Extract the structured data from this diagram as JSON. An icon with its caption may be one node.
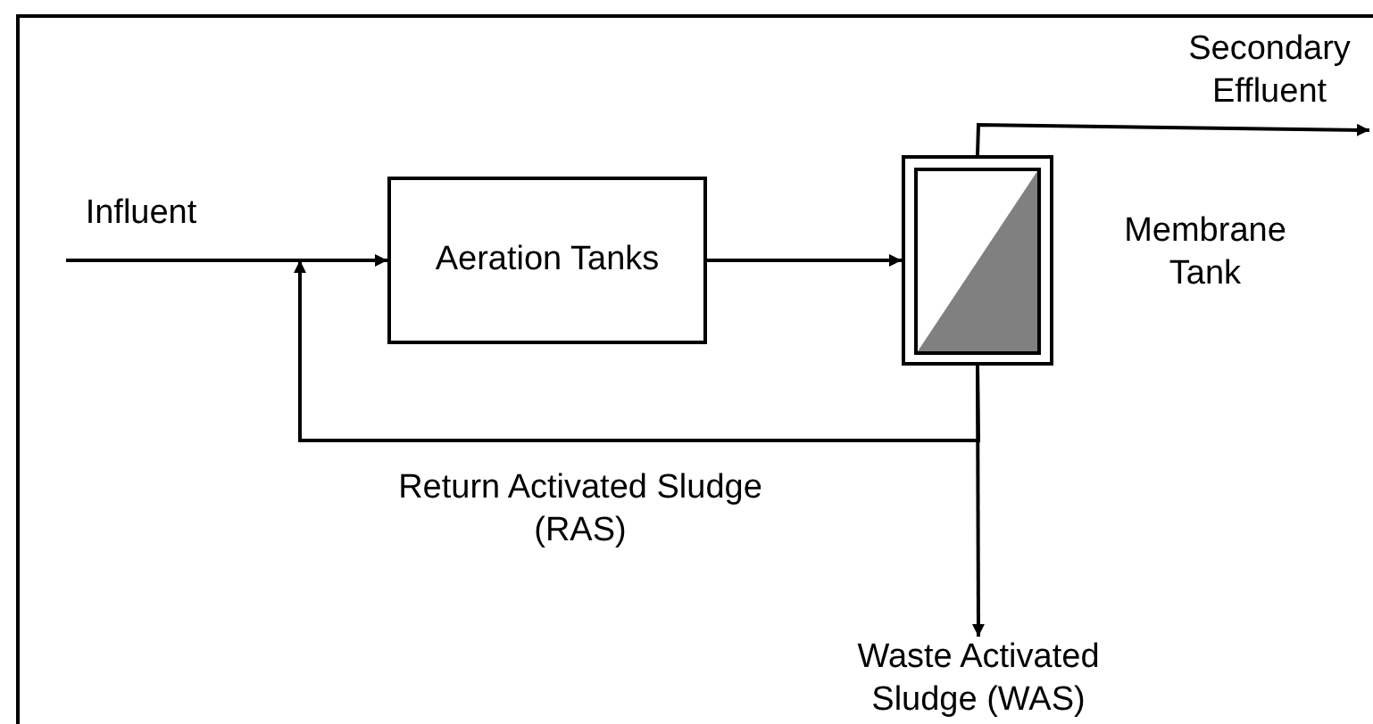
{
  "diagram": {
    "nodes": [
      {
        "text": [
          "Influent"
        ]
      },
      {
        "text": [
          "Aeration Tanks"
        ]
      },
      {
        "text": [],
        "shape": "box",
        "beside": [
          "Membrane Tank"
        ]
      },
      {
        "text": [
          "Secondary Effluent"
        ]
      },
      {
        "text": [
          "Waste Activated Sludge (WAS)"
        ]
      }
    ],
    "edges": [
      {
        "from": 0,
        "to": 1,
        "arrow": "to"
      },
      {
        "from": 1,
        "to": 2,
        "arrow": "to"
      },
      {
        "from": 2,
        "to": 3,
        "arrow": "to"
      },
      {
        "from": 2,
        "to": 1,
        "arrow": "to",
        "label": "Return Activated Sludge (RAS)"
      },
      {
        "from": 2,
        "to": 4,
        "arrow": "to"
      }
    ]
  }
}
